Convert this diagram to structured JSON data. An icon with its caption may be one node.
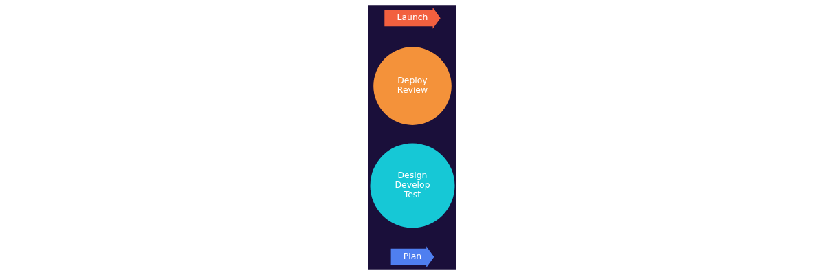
{
  "diagram": {
    "nodes": [
      {
        "text": [
          "Plan"
        ]
      },
      {
        "text": [
          "Design",
          "Develop",
          "Test"
        ]
      },
      {
        "text": [
          "Deploy",
          "Review"
        ]
      },
      {
        "text": [
          "Launch"
        ]
      }
    ]
  }
}
